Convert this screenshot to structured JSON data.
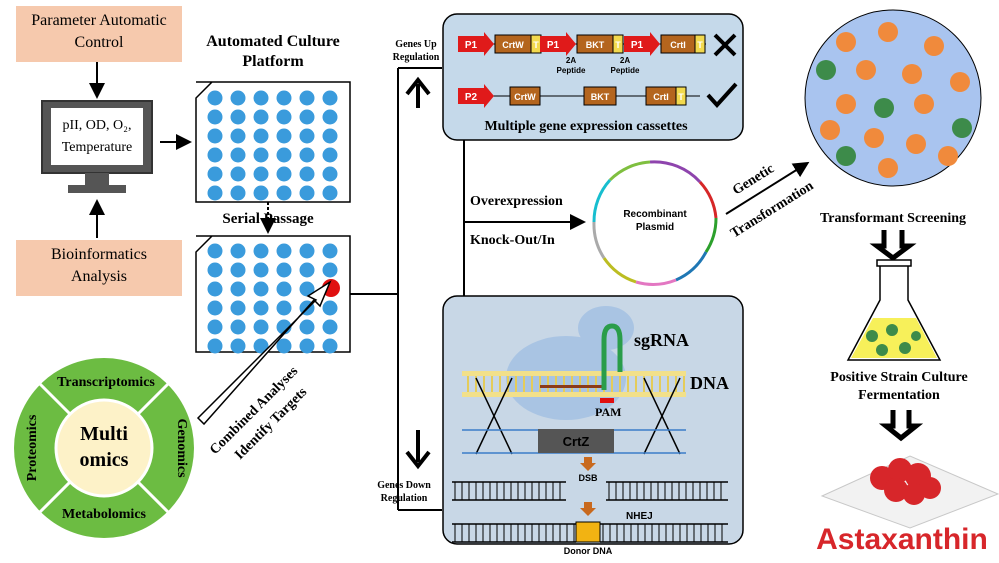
{
  "left": {
    "param_control_line1": "Parameter Automatic",
    "param_control_line2": "Control",
    "monitor_line1": "pII, OD, O₂,",
    "monitor_line2": "Temperature",
    "bioinfo_line1": "Bioinformatics",
    "bioinfo_line2": "Analysis"
  },
  "culture": {
    "title_line1": "Automated Culture",
    "title_line2": "Platform",
    "serial_passage": "Serial Passage"
  },
  "combined": {
    "line1": "Combined Analyses",
    "line2": "Identify Targets"
  },
  "omics": {
    "center_line1": "Multi",
    "center_line2": "omics",
    "top": "Transcriptomics",
    "right": "Genomics",
    "bottom": "Metabolomics",
    "left": "Proteomics"
  },
  "regulation": {
    "up_line1": "Genes Up",
    "up_line2": "Regulation",
    "down_line1": "Genes Down",
    "down_line2": "Regulation"
  },
  "cassettes": {
    "caption": "Multiple gene expression cassettes",
    "row1": [
      "P1",
      "CrtW",
      "T",
      "P1",
      "BKT",
      "T",
      "P1",
      "CrtI",
      "T"
    ],
    "row2": [
      "P2",
      "CrtW",
      "BKT",
      "CrtI",
      "T"
    ],
    "peptide_label": "2A",
    "peptide_label2": "Peptide"
  },
  "plasmid": {
    "overexpression": "Overexpression",
    "knock": "Knock-Out/In",
    "line1": "Recombinant",
    "line2": "Plasmid",
    "genetic": "Genetic",
    "transformation": "Transformation"
  },
  "crispr": {
    "sgrna": "sgRNA",
    "dna": "DNA",
    "pam": "PAM",
    "crtz": "CrtZ",
    "dsb": "DSB",
    "nhej": "NHEJ",
    "donor": "Donor DNA"
  },
  "right": {
    "screening": "Transformant Screening",
    "culture_line1": "Positive Strain Culture",
    "culture_line2": "Fermentation",
    "product": "Astaxanthin"
  },
  "colors": {
    "box_fill": "#f6c9ad",
    "well_blue": "#3a9bdc",
    "cassette_panel": "#c5d9ea",
    "crispr_panel": "#c8d7e6",
    "cell_orange": "#f08a3c",
    "cell_green": "#3d8b4a",
    "product_red": "#d7262a"
  }
}
